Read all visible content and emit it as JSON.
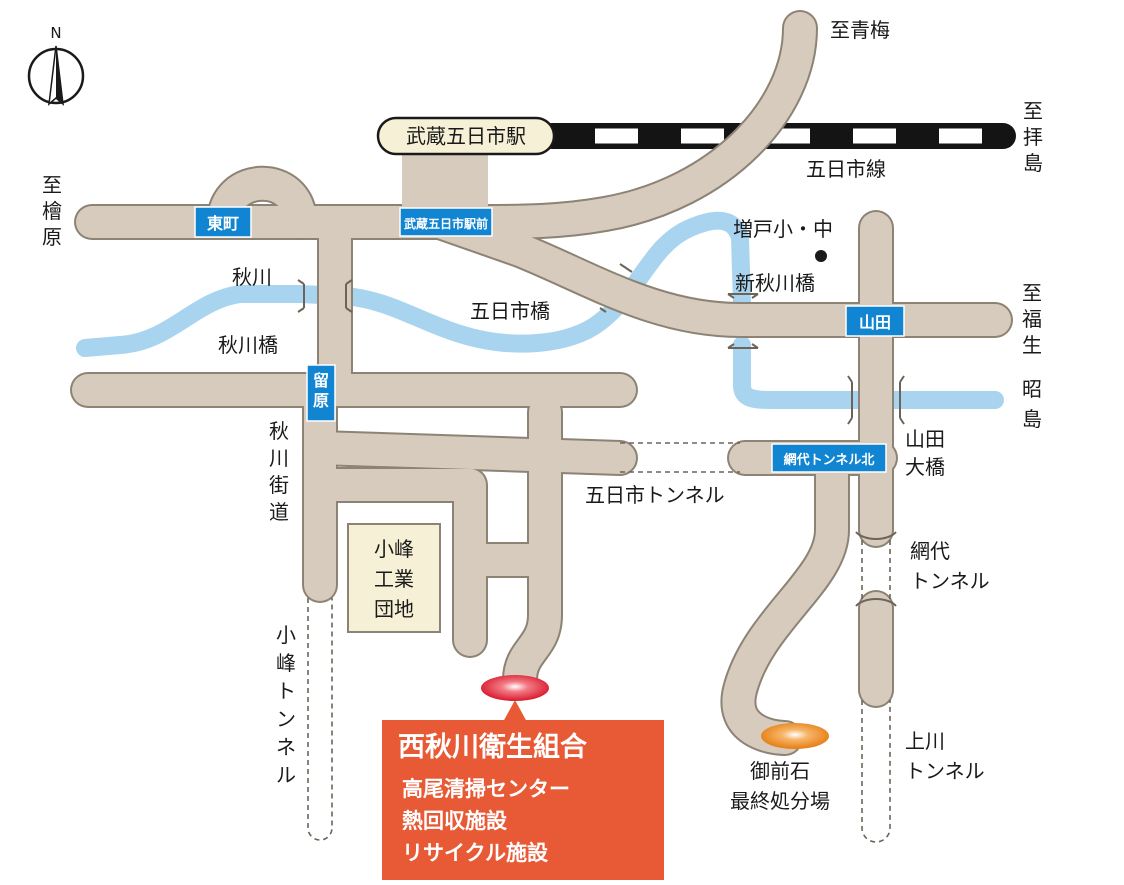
{
  "compass": {
    "north_label": "N"
  },
  "destinations": {
    "ome": "至青梅",
    "haijima": "至拝島",
    "hinohara": "至檜原",
    "fussa": "至福生",
    "akishima": "昭島"
  },
  "station": {
    "name": "武蔵五日市駅"
  },
  "railway": {
    "name": "五日市線"
  },
  "intersections": {
    "higashimachi": "東町",
    "ekimae": "武蔵五日市駅前",
    "yamada": "山田",
    "tomebara": "留原",
    "amishiro_north": "網代トンネル北"
  },
  "rivers": {
    "akigawa": "秋川"
  },
  "bridges": {
    "akigawa_bashi": "秋川橋",
    "itsukaichi_bashi": "五日市橋",
    "shin_akigawa_bashi": "新秋川橋",
    "yamada_ohashi": "山田大橋"
  },
  "roads": {
    "akigawa_kaido": "秋川街道"
  },
  "tunnels": {
    "itsukaichi": "五日市トンネル",
    "komine": "小峰トンネル",
    "amishiro": "網代トンネル",
    "kamikawa": "上川トンネル"
  },
  "landmarks": {
    "school": "増戸小・中",
    "industrial_park": "小峰工業団地",
    "gozenishi": "御前石最終処分場"
  },
  "facility": {
    "name": "西秋川衛生組合",
    "lines": [
      "高尾清掃センター",
      "熱回収施設",
      "リサイクル施設"
    ]
  },
  "colors": {
    "road": "#d6cbbd",
    "road_edge": "#8c8375",
    "river": "#a9d4ef",
    "tag": "#1185d1",
    "callout": "#e85a36",
    "station_fill": "#f6f1d6",
    "marker_red": "#e41c30",
    "marker_orange": "#ee8a1b"
  }
}
